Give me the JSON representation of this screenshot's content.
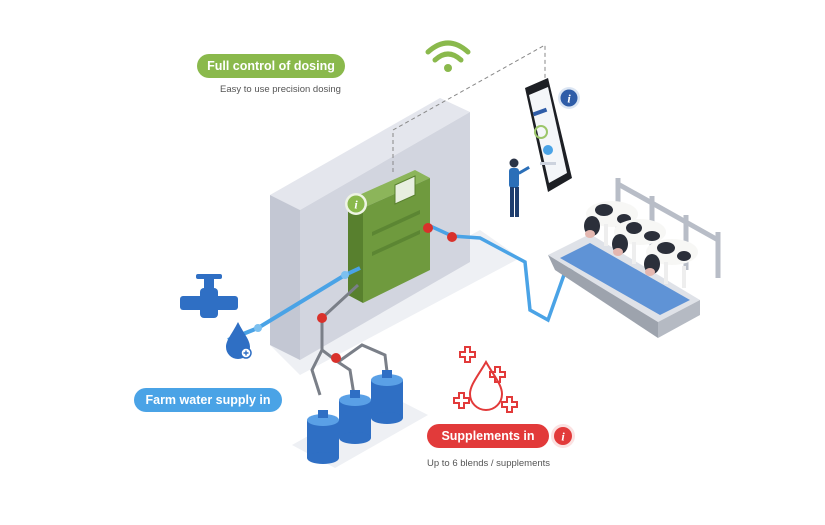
{
  "labels": {
    "dosing_title": "Full control of dosing",
    "dosing_caption": "Easy to use precision dosing",
    "water_title": "Farm water supply in",
    "supplements_title": "Supplements in",
    "supplements_caption": "Up to 6 blends / supplements"
  },
  "info_badges": {
    "symbol": "i",
    "phone_badge_color": "#2f5da8",
    "doser_badge_color": "#8ab94c",
    "supplement_badge_color": "#e23a3a"
  },
  "colors": {
    "accent_green": "#8ab94c",
    "accent_blue": "#4aa3e6",
    "accent_red": "#e23a3a",
    "tank_blue": "#2f6fc4",
    "doser_green": "#6f9a3e",
    "water_line": "#4aa3e6",
    "valve_red": "#d9312b"
  },
  "icons": [
    "wifi-icon",
    "water-tap-icon",
    "water-drop-icon",
    "supplements-icon",
    "info-icon",
    "smartphone-icon"
  ]
}
